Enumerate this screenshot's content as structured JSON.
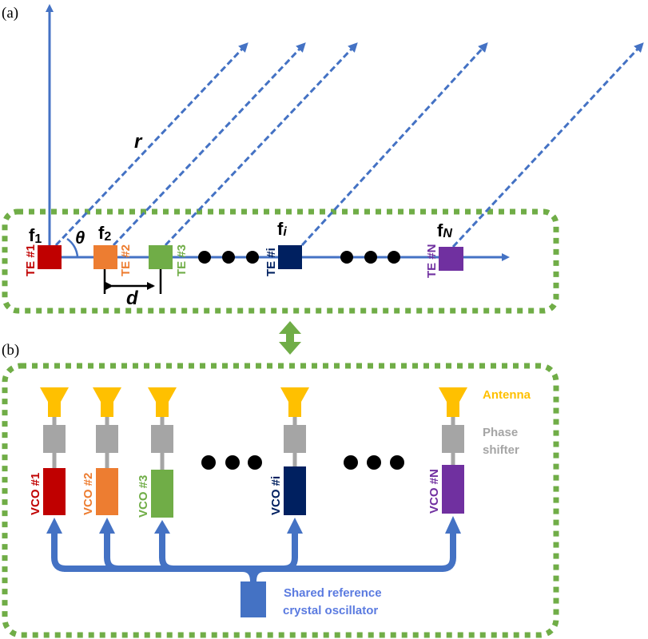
{
  "panel_a": {
    "label": "(a)",
    "range_label": "r",
    "angle_label": "θ",
    "spacing_label": "d",
    "elements": [
      {
        "id": "te1",
        "label": "TE #1",
        "freq_base": "f",
        "freq_sub": "1",
        "sub_italic": false,
        "color": "#C00000"
      },
      {
        "id": "te2",
        "label": "TE #2",
        "freq_base": "f",
        "freq_sub": "2",
        "sub_italic": false,
        "color": "#ED7D31"
      },
      {
        "id": "te3",
        "label": "TE #3",
        "freq_base": "",
        "freq_sub": "",
        "sub_italic": false,
        "color": "#70AD47"
      },
      {
        "id": "tei",
        "label": "TE #i",
        "freq_base": "f",
        "freq_sub": "i",
        "sub_italic": true,
        "color": "#002060"
      },
      {
        "id": "ten",
        "label": "TE #N",
        "freq_base": "f",
        "freq_sub": "N",
        "sub_italic": true,
        "color": "#7030A0"
      }
    ]
  },
  "panel_b": {
    "label": "(b)",
    "legend": {
      "antenna": "Antenna",
      "phase_shifter_line1": "Phase",
      "phase_shifter_line2": "shifter"
    },
    "oscillator_line1": "Shared reference",
    "oscillator_line2": "crystal oscillator",
    "vcos": [
      {
        "label": "VCO #1",
        "color": "#C00000"
      },
      {
        "label": "VCO #2",
        "color": "#ED7D31"
      },
      {
        "label": "VCO #3",
        "color": "#70AD47"
      },
      {
        "label": "VCO #i",
        "color": "#002060"
      },
      {
        "label": "VCO #N",
        "color": "#7030A0"
      }
    ]
  },
  "colors": {
    "axis_blue": "#4472C4",
    "frame_green": "#70AD47",
    "antenna_yellow": "#FFC000",
    "phase_shifter_gray": "#A5A5A5",
    "oscillator_blue": "#4472C4",
    "oscillator_text": "#5B7BE0"
  }
}
